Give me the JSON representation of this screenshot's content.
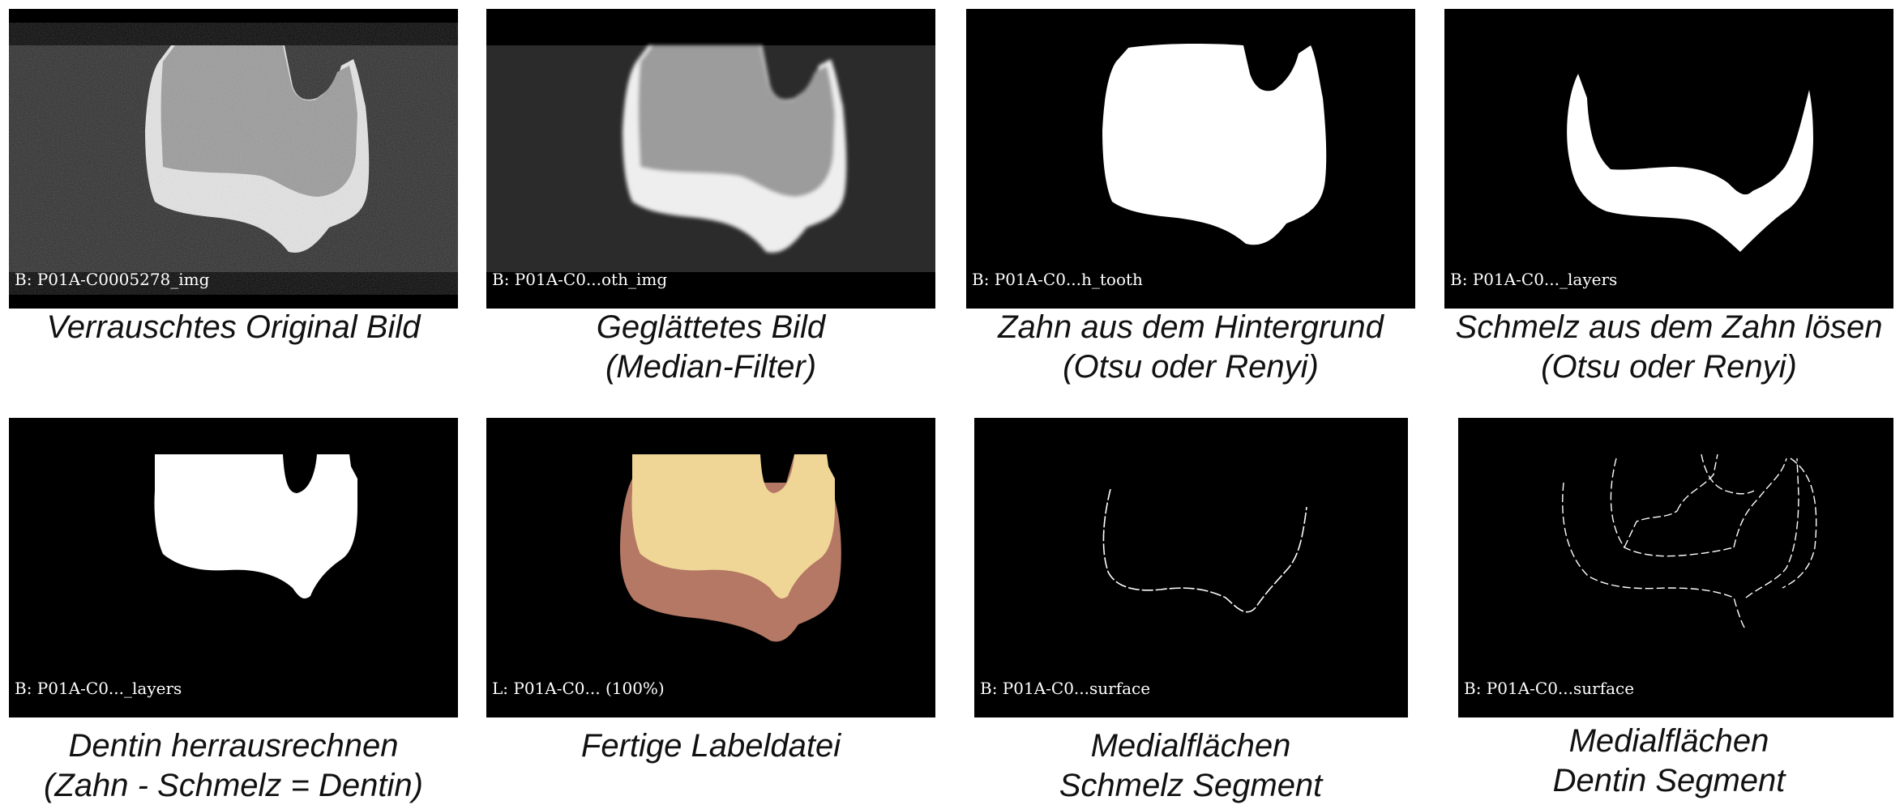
{
  "panels": [
    {
      "overlay": "B: P01A-C0005278_img",
      "caption": [
        "Verrauschtes Original Bild"
      ]
    },
    {
      "overlay": "B: P01A-C0...oth_img",
      "caption": [
        "Geglättetes Bild",
        "(Median-Filter)"
      ]
    },
    {
      "overlay": "B: P01A-C0...h_tooth",
      "caption": [
        "Zahn aus dem Hintergrund",
        "(Otsu oder Renyi)"
      ]
    },
    {
      "overlay": "B: P01A-C0..._layers",
      "caption": [
        "Schmelz aus dem Zahn lösen",
        "(Otsu oder Renyi)"
      ]
    },
    {
      "overlay": "B: P01A-C0..._layers",
      "caption": [
        "Dentin herrausrechnen",
        "(Zahn - Schmelz = Dentin)"
      ]
    },
    {
      "overlay": "L: P01A-C0... (100%)",
      "caption": [
        "Fertige Labeldatei"
      ]
    },
    {
      "overlay": "B: P01A-C0...surface",
      "caption": [
        "Medialflächen",
        "Schmelz Segment"
      ]
    },
    {
      "overlay": "B: P01A-C0...surface",
      "caption": [
        "Medialflächen",
        "Dentin Segment"
      ]
    }
  ],
  "colors": {
    "panel_bg": "#000000",
    "enamel_label": "#b47864",
    "dentin_label": "#f0d696",
    "mask_white": "#ffffff"
  }
}
